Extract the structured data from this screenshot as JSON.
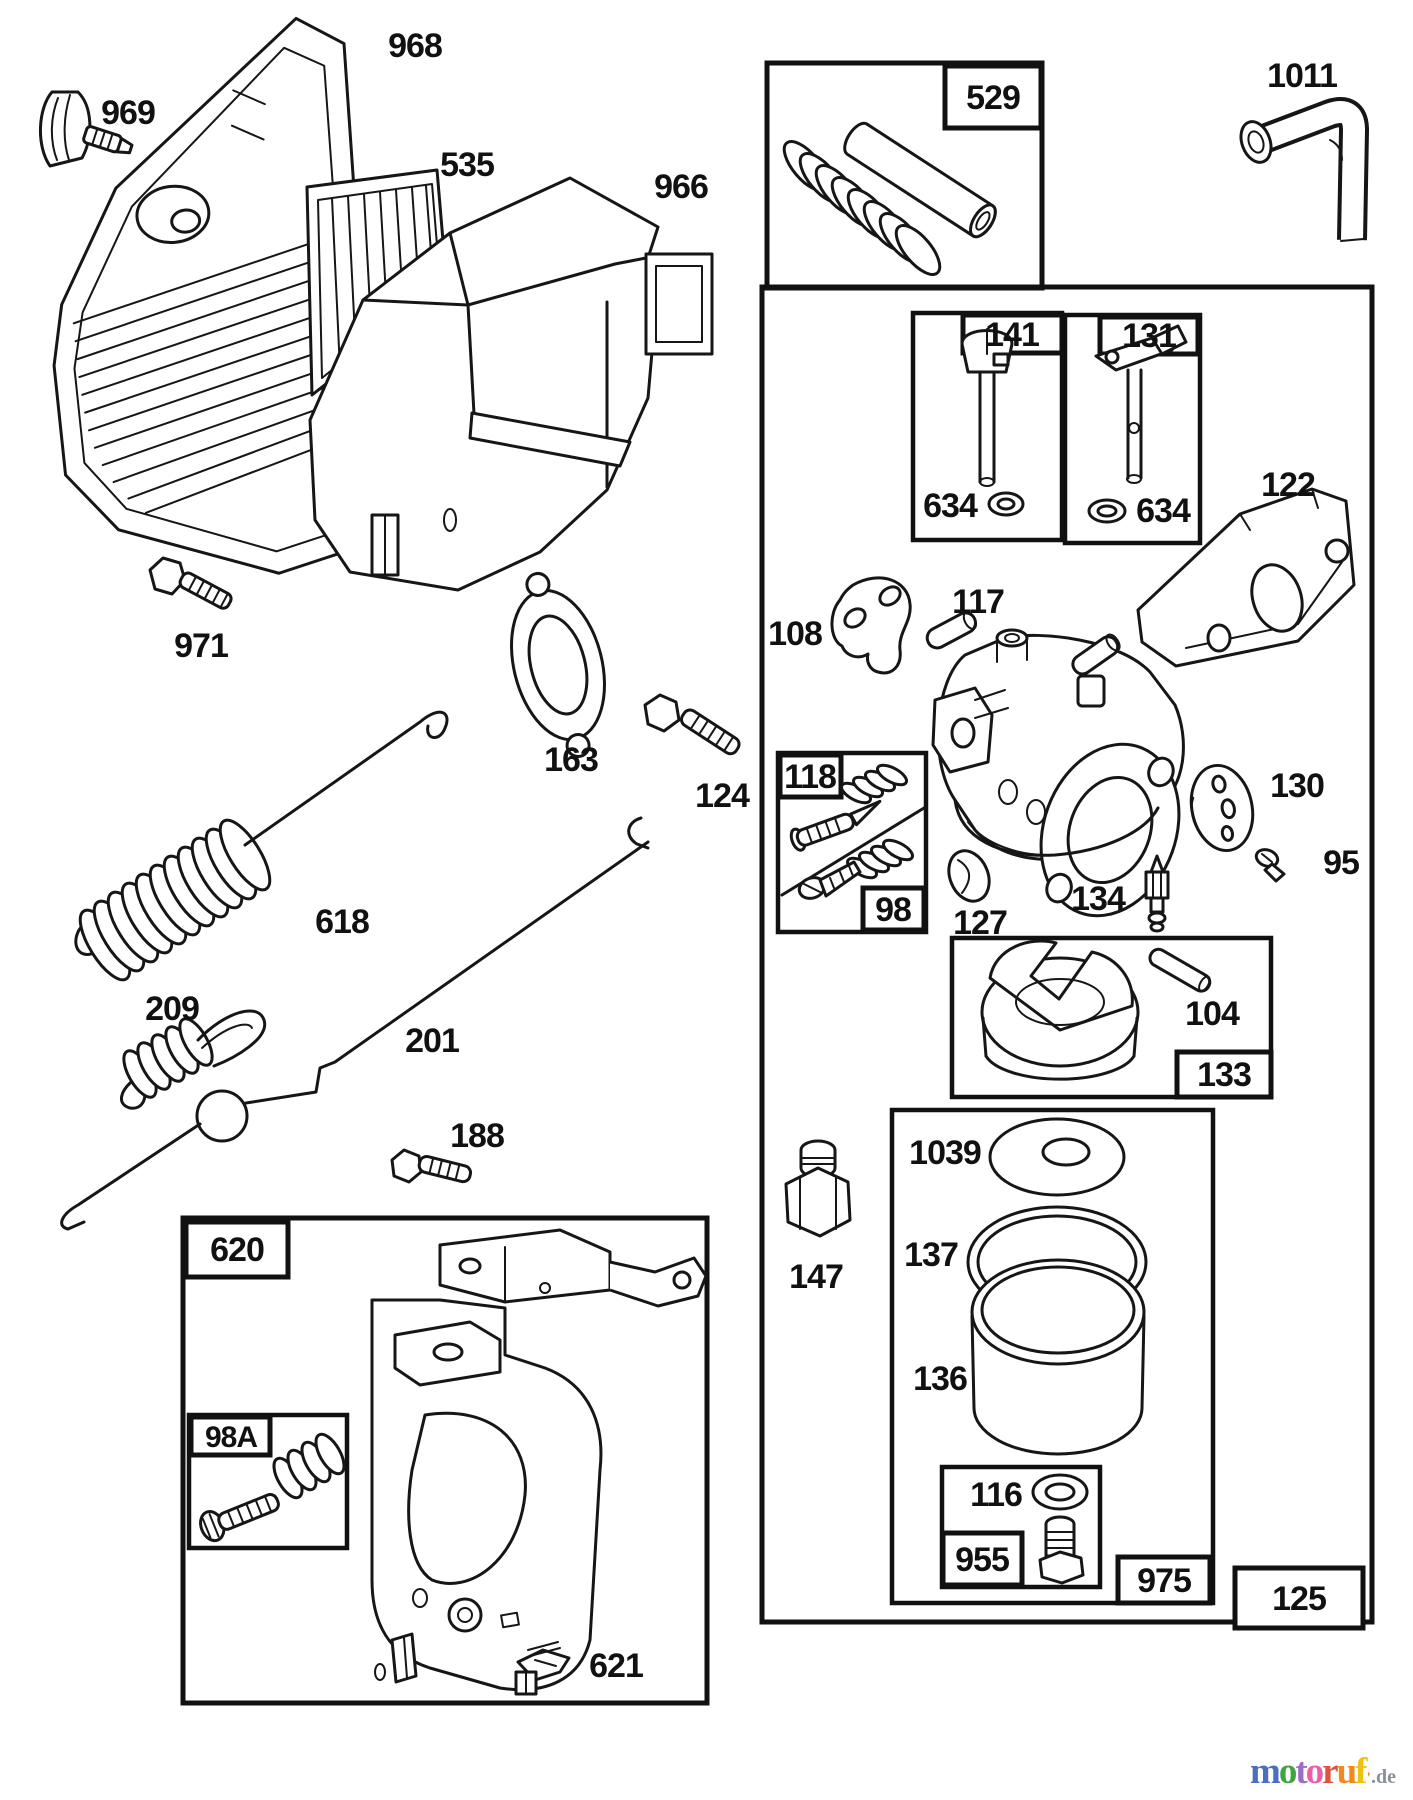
{
  "parts": {
    "cover_968": "968",
    "knob_969": "969",
    "filter_535": "535",
    "base_966": "966",
    "screw_971": "971",
    "gasket_163": "163",
    "kit_529": "529",
    "hose_1011": "1011",
    "box_141": "141",
    "box_131": "131",
    "washer_634a": "634",
    "washer_634b": "634",
    "spacer_122": "122",
    "pin_117": "117",
    "plate_108": "108",
    "box_118": "118",
    "box_98": "98",
    "disc_130": "130",
    "screw_95": "95",
    "plug_127": "127",
    "needle_134": "134",
    "pin_104": "104",
    "box_133": "133",
    "washer_1039": "1039",
    "ring_137": "137",
    "bowl_136": "136",
    "nut_147": "147",
    "washer_116": "116",
    "bolt_955": "955",
    "box_975": "975",
    "box_125": "125",
    "spring_618": "618",
    "spring_209": "209",
    "rod_201": "201",
    "bolt_124": "124",
    "bolt_188": "188",
    "box_620": "620",
    "box_98a": "98A",
    "clip_621": "621"
  },
  "watermark": {
    "letters": [
      {
        "ch": "m",
        "color": "#4a6fc0"
      },
      {
        "ch": "o",
        "color": "#3fa53f"
      },
      {
        "ch": "t",
        "color": "#9b6cc8"
      },
      {
        "ch": "o",
        "color": "#ea5fa5"
      },
      {
        "ch": "r",
        "color": "#e1523c"
      },
      {
        "ch": "u",
        "color": "#f08a1e"
      },
      {
        "ch": "f",
        "color": "#eec114"
      }
    ],
    "tick": "'",
    "tick_color": "#f08a1e",
    "suffix": ".de",
    "suffix_color": "#8a9099"
  }
}
